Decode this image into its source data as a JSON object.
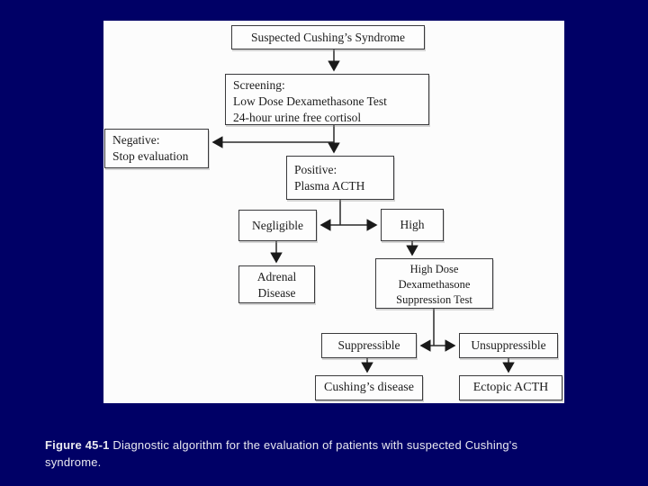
{
  "slide": {
    "background_color": "#000066",
    "panel_color": "#fcfcfc",
    "line_color": "#222222"
  },
  "flowchart": {
    "nodes": [
      {
        "id": "suspected",
        "lines": [
          "Suspected Cushing’s Syndrome"
        ]
      },
      {
        "id": "screening",
        "lines": [
          "Screening:",
          "Low Dose Dexamethasone Test",
          "24-hour urine free cortisol"
        ]
      },
      {
        "id": "negative",
        "lines": [
          "Negative:",
          "Stop evaluation"
        ]
      },
      {
        "id": "positive",
        "lines": [
          "Positive:",
          "Plasma ACTH"
        ]
      },
      {
        "id": "negligible",
        "lines": [
          "Negligible"
        ]
      },
      {
        "id": "high",
        "lines": [
          "High"
        ]
      },
      {
        "id": "adrenal",
        "lines": [
          "Adrenal",
          "Disease"
        ]
      },
      {
        "id": "high-dose",
        "lines": [
          "High Dose",
          "Dexamethasone",
          "Suppression Test"
        ]
      },
      {
        "id": "suppressible",
        "lines": [
          "Suppressible"
        ]
      },
      {
        "id": "unsuppressible",
        "lines": [
          "Unsuppressible"
        ]
      },
      {
        "id": "cushings",
        "lines": [
          "Cushing’s disease"
        ]
      },
      {
        "id": "ectopic",
        "lines": [
          "Ectopic ACTH"
        ]
      }
    ],
    "edges": [
      {
        "from": "suspected",
        "to": "screening"
      },
      {
        "from": "screening",
        "to": "negative"
      },
      {
        "from": "screening",
        "to": "positive"
      },
      {
        "from": "positive",
        "to": "negligible"
      },
      {
        "from": "positive",
        "to": "high"
      },
      {
        "from": "negligible",
        "to": "adrenal"
      },
      {
        "from": "high",
        "to": "high-dose"
      },
      {
        "from": "high-dose",
        "to": "suppressible"
      },
      {
        "from": "high-dose",
        "to": "unsuppressible"
      },
      {
        "from": "suppressible",
        "to": "cushings"
      },
      {
        "from": "unsuppressible",
        "to": "ectopic"
      }
    ]
  },
  "caption": {
    "label": "Figure 45-1",
    "text": " Diagnostic algorithm for the evaluation of patients with suspected Cushing's syndrome."
  }
}
